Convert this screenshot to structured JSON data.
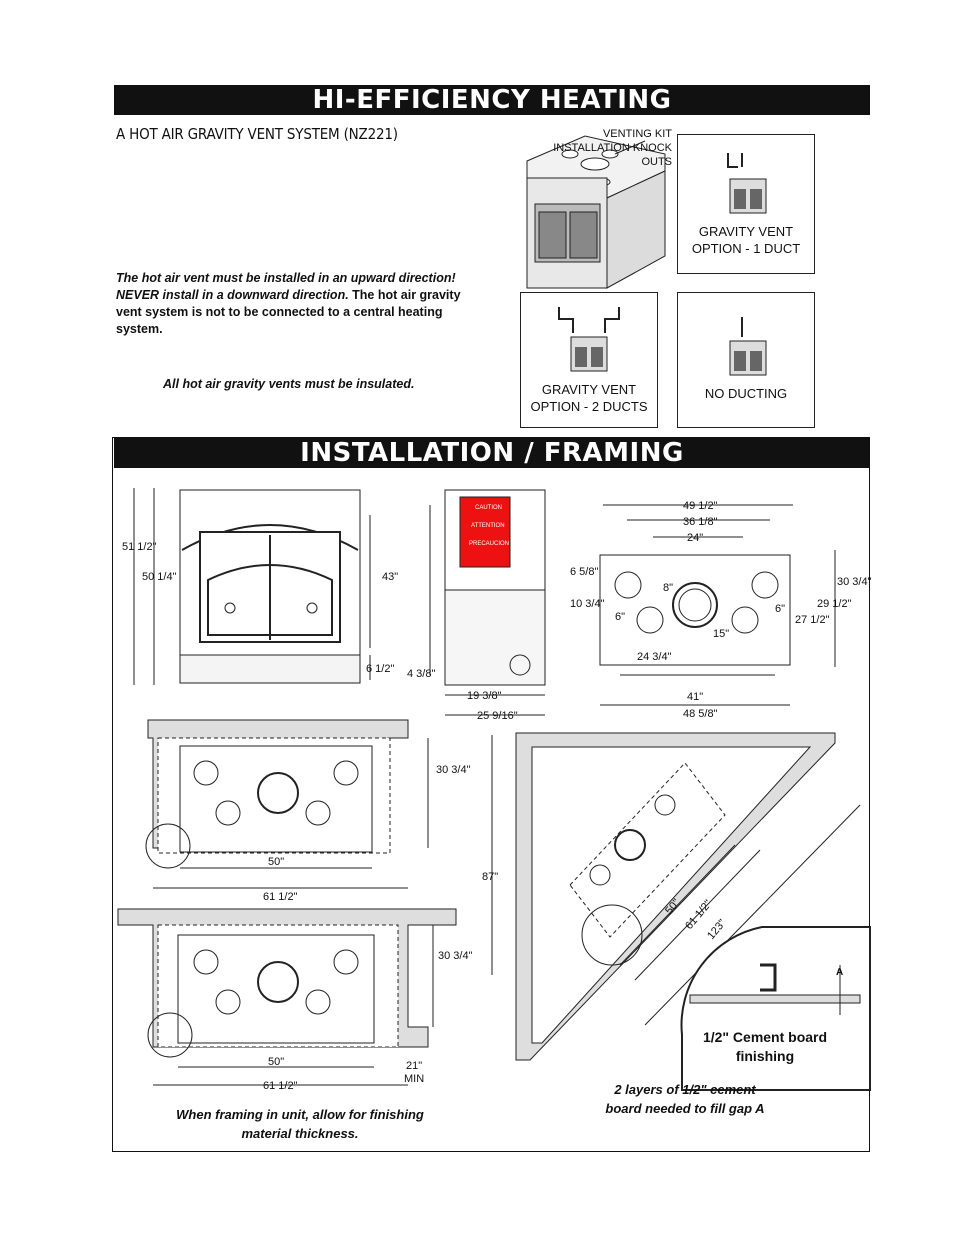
{
  "section1": {
    "title": "HI-EFFICIENCY HEATING",
    "subtitle": "A HOT AIR GRAVITY VENT SYSTEM (NZ221)",
    "warning_italic": "The hot air vent must be installed in an upward direction! NEVER install in a downward direction.",
    "warning_rest": " The hot air gravity vent system is not to be connected to a central heating system.",
    "insulation_note": "All hot air gravity vents must be insulated.",
    "venting_kit_label": "VENTING KIT INSTALLATION KNOCK OUTS",
    "option_1duct": "GRAVITY VENT OPTION - 1 DUCT",
    "option_2ducts": "GRAVITY VENT OPTION - 2 DUCTS",
    "option_none": "NO DUCTING"
  },
  "section2": {
    "title": "INSTALLATION / FRAMING",
    "front_dims": {
      "overall_height": "51 1/2\"",
      "body_height": "50 1/4\"",
      "door_height": "43\"",
      "base_height": "6 1/2\""
    },
    "side_dims": {
      "offset": "4 3/8\"",
      "depth1": "19 3/8\"",
      "depth2": "25 9/16\""
    },
    "label_caution": "CAUTION",
    "label_attention": "ATTENTION",
    "label_precaucion": "PRECAUCION",
    "top_dims": {
      "w1": "49 1/2\"",
      "w2": "36 1/8\"",
      "w3": "24\"",
      "d1": "6 5/8\"",
      "d2": "10 3/4\"",
      "dia8": "8\"",
      "dia6a": "6\"",
      "dia6b": "6\"",
      "d15": "15\"",
      "w24": "24 3/4\"",
      "d30": "30 3/4\"",
      "d29": "29 1/2\"",
      "d27": "27 1/2\"",
      "w41": "41\"",
      "w48": "48 5/8\""
    },
    "plan1": {
      "depth": "30 3/4\"",
      "w50": "50\"",
      "w61": "61 1/2\""
    },
    "plan2": {
      "depth": "30 3/4\"",
      "w50": "50\"",
      "w61": "61 1/2\"",
      "min": "21\"",
      "min_label": "MIN"
    },
    "corner": {
      "height": "87\"",
      "w50": "50\"",
      "w61": "61 1/2\"",
      "w123": "123\""
    },
    "detail": {
      "gap": "A",
      "label": "1/2\" Cement board finishing"
    },
    "caption_left": "When framing in unit, allow for finishing material thickness.",
    "caption_right": "2 layers of 1/2\" cement board needed to fill gap A"
  }
}
